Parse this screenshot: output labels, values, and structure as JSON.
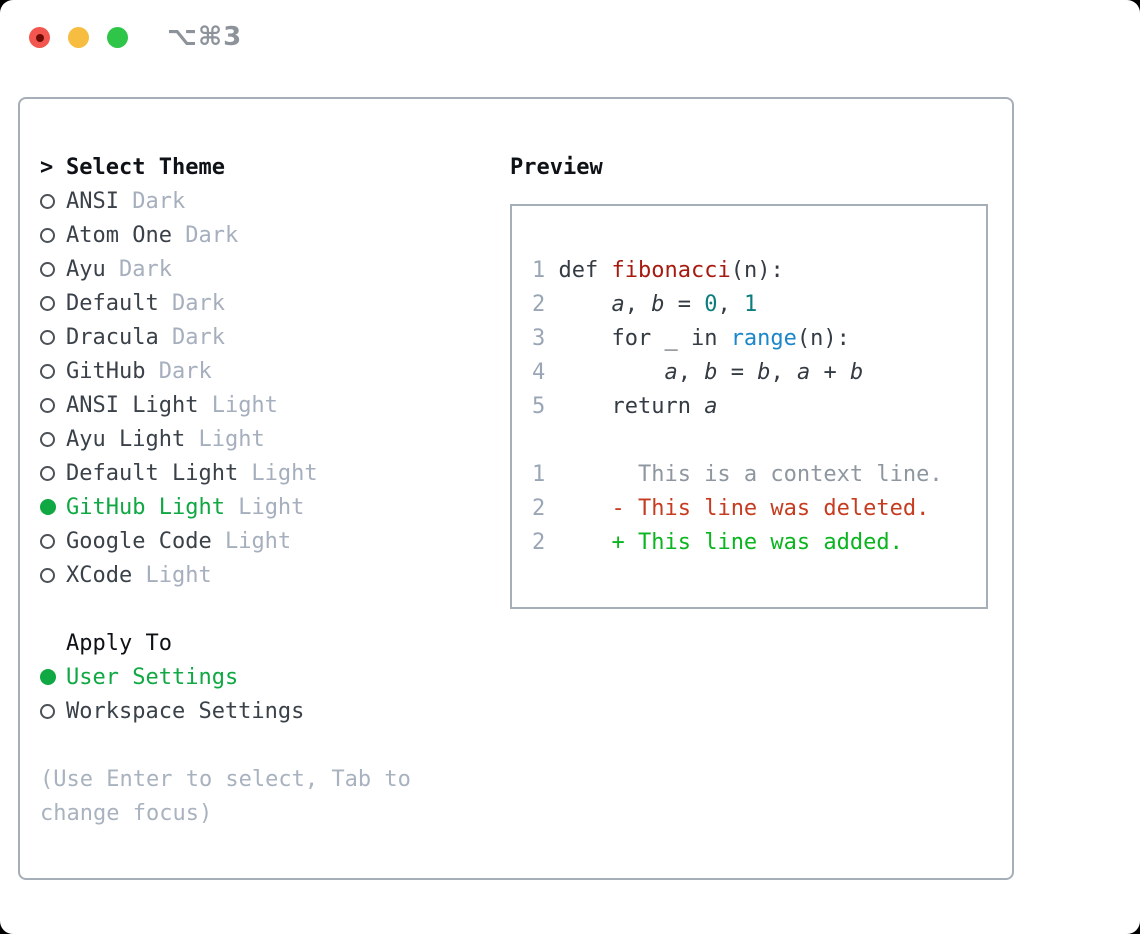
{
  "titlebar": {
    "shortcut": "⌥⌘3",
    "buttons": [
      "close",
      "minimize",
      "zoom"
    ]
  },
  "theme_list": {
    "prompt": ">",
    "header": "Select Theme",
    "items": [
      {
        "name": "ANSI",
        "variant": "Dark",
        "selected": false
      },
      {
        "name": "Atom One",
        "variant": "Dark",
        "selected": false
      },
      {
        "name": "Ayu",
        "variant": "Dark",
        "selected": false
      },
      {
        "name": "Default",
        "variant": "Dark",
        "selected": false
      },
      {
        "name": "Dracula",
        "variant": "Dark",
        "selected": false
      },
      {
        "name": "GitHub",
        "variant": "Dark",
        "selected": false
      },
      {
        "name": "ANSI Light",
        "variant": "Light",
        "selected": false
      },
      {
        "name": "Ayu Light",
        "variant": "Light",
        "selected": false
      },
      {
        "name": "Default Light",
        "variant": "Light",
        "selected": false
      },
      {
        "name": "GitHub Light",
        "variant": "Light",
        "selected": true
      },
      {
        "name": "Google Code",
        "variant": "Light",
        "selected": false
      },
      {
        "name": "XCode",
        "variant": "Light",
        "selected": false
      }
    ]
  },
  "apply_to": {
    "header": "Apply To",
    "items": [
      {
        "name": "User Settings",
        "selected": true
      },
      {
        "name": "Workspace Settings",
        "selected": false
      }
    ]
  },
  "hint_lines": [
    "(Use Enter to select, Tab to",
    "change focus)"
  ],
  "preview": {
    "title": "Preview",
    "lines": [
      {
        "kind": "code",
        "num": "1",
        "segments": [
          {
            "t": " def ",
            "c": "plain"
          },
          {
            "t": "fibonacci",
            "c": "fn"
          },
          {
            "t": "(n):",
            "c": "plain"
          }
        ]
      },
      {
        "kind": "code",
        "num": "2",
        "segments": [
          {
            "t": "     ",
            "c": "plain"
          },
          {
            "t": "a",
            "c": "var"
          },
          {
            "t": ", ",
            "c": "plain"
          },
          {
            "t": "b",
            "c": "var"
          },
          {
            "t": " = ",
            "c": "plain"
          },
          {
            "t": "0",
            "c": "num"
          },
          {
            "t": ", ",
            "c": "plain"
          },
          {
            "t": "1",
            "c": "num"
          }
        ]
      },
      {
        "kind": "code",
        "num": "3",
        "segments": [
          {
            "t": "     for _ in ",
            "c": "plain"
          },
          {
            "t": "range",
            "c": "builtin"
          },
          {
            "t": "(n):",
            "c": "plain"
          }
        ]
      },
      {
        "kind": "code",
        "num": "4",
        "segments": [
          {
            "t": "         ",
            "c": "plain"
          },
          {
            "t": "a",
            "c": "var"
          },
          {
            "t": ", ",
            "c": "plain"
          },
          {
            "t": "b",
            "c": "var"
          },
          {
            "t": " = ",
            "c": "plain"
          },
          {
            "t": "b",
            "c": "var"
          },
          {
            "t": ", ",
            "c": "plain"
          },
          {
            "t": "a",
            "c": "var"
          },
          {
            "t": " + ",
            "c": "plain"
          },
          {
            "t": "b",
            "c": "var"
          }
        ]
      },
      {
        "kind": "code",
        "num": "5",
        "segments": [
          {
            "t": "     return ",
            "c": "plain"
          },
          {
            "t": "a",
            "c": "var"
          }
        ]
      },
      {
        "kind": "blank",
        "num": "",
        "segments": []
      },
      {
        "kind": "context",
        "num": "1",
        "segments": [
          {
            "t": "       This is a context line.",
            "c": "context"
          }
        ]
      },
      {
        "kind": "deleted",
        "num": "2",
        "segments": [
          {
            "t": "     ",
            "c": "plain"
          },
          {
            "t": "- This line was deleted.",
            "c": "deleted"
          }
        ]
      },
      {
        "kind": "added",
        "num": "2",
        "segments": [
          {
            "t": "     ",
            "c": "plain"
          },
          {
            "t": "+ This line was added.",
            "c": "added"
          }
        ]
      }
    ]
  },
  "colors": {
    "accent_green": "#0fa843",
    "added_green": "#0ab51f",
    "deleted_red": "#c63c20",
    "function_red": "#a61b10",
    "number_teal": "#0b7d7d",
    "builtin_blue": "#1b86c9",
    "border_gray": "#a6aeb8",
    "muted_gray": "#a6afbd",
    "traffic_red": "#f3564f",
    "traffic_yellow": "#f6bd40",
    "traffic_green": "#2fc548"
  }
}
